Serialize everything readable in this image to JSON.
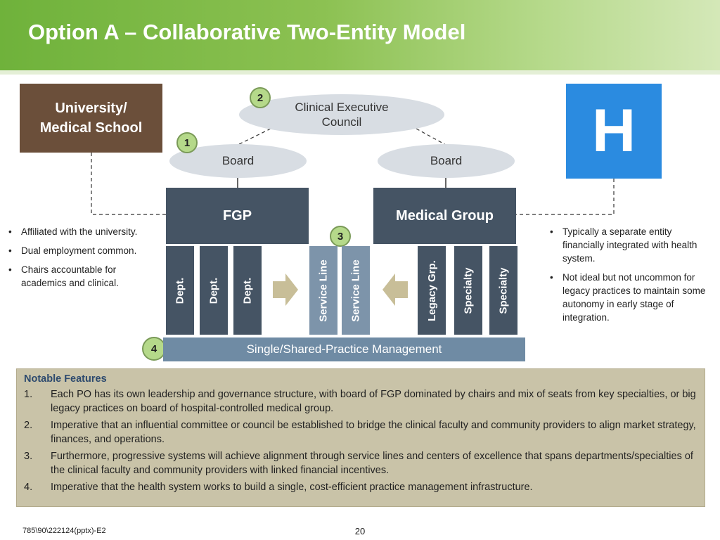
{
  "header": {
    "title": "Option A – Collaborative Two-Entity Model"
  },
  "diagram": {
    "university": "University/\nMedical School",
    "hospital_icon": "H",
    "clinical_council": "Clinical Executive\nCouncil",
    "board_left": "Board",
    "board_right": "Board",
    "fgp": "FGP",
    "medical_group": "Medical Group",
    "fgp_columns": [
      "Dept.",
      "Dept.",
      "Dept."
    ],
    "service_lines": [
      "Service Line",
      "Service Line"
    ],
    "mg_columns": [
      "Legacy Grp.",
      "Specialty",
      "Specialty"
    ],
    "shared_management": "Single/Shared-Practice Management",
    "badges": [
      "1",
      "2",
      "3",
      "4"
    ],
    "left_notes": [
      "Affiliated with the university.",
      "Dual employment common.",
      "Chairs accountable for academics and clinical."
    ],
    "right_notes": [
      "Typically a separate entity financially integrated with health system.",
      "Not ideal but not uncommon for legacy practices to maintain some autonomy in early stage of integration."
    ],
    "colors": {
      "header_green": "#8cc152",
      "university_brown": "#6b4f3a",
      "hospital_blue": "#2b8be0",
      "entity_dark": "#455464",
      "service_line": "#7d94aa",
      "arrow_tan": "#c8be98",
      "badge_green": "#b5d98a",
      "notes_bg": "#c9c3a8"
    }
  },
  "notable": {
    "title": "Notable Features",
    "items": [
      {
        "num": "1.",
        "text": "Each PO has its own leadership and governance structure, with board of FGP dominated by chairs and mix of seats from key specialties, or big legacy practices on board of hospital-controlled medical group."
      },
      {
        "num": "2.",
        "text": "Imperative that an influential committee or council be established to bridge the clinical faculty and community providers to align market strategy, finances, and operations."
      },
      {
        "num": "3.",
        "text": "Furthermore, progressive systems will achieve alignment through service lines and centers of excellence that spans departments/specialties of the clinical faculty and community providers with linked financial incentives."
      },
      {
        "num": "4.",
        "text": "Imperative that the health system works to build a single, cost-efficient practice management infrastructure."
      }
    ]
  },
  "footer": {
    "code": "785\\90\\222124(pptx)-E2",
    "page": "20"
  }
}
